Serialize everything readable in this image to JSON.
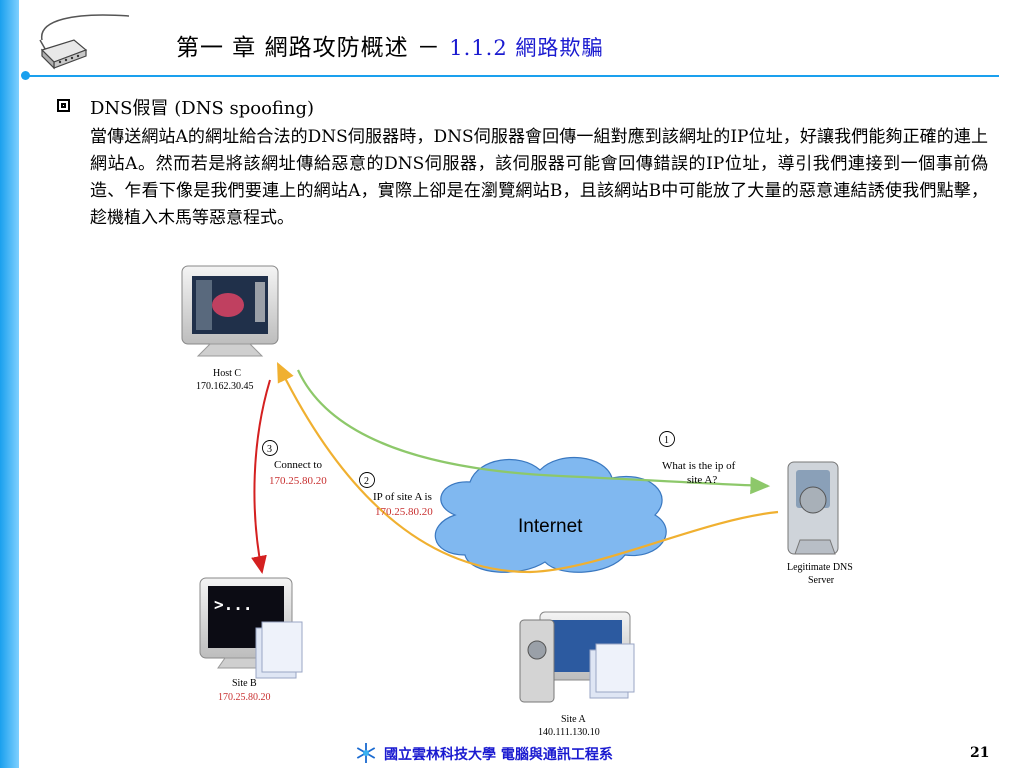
{
  "header": {
    "title_main": "第一 章  網路攻防概述  －",
    "title_sub": "1.1.2 網路欺騙"
  },
  "bullet": {
    "heading": "DNS假冒 (DNS spoofing)",
    "paragraph": "當傳送網站A的網址給合法的DNS伺服器時，DNS伺服器會回傳一組對應到該網址的IP位址，好讓我們能夠正確的連上網站A。然而若是將該網址傳給惡意的DNS伺服器，該伺服器可能會回傳錯誤的IP位址，導引我們連接到一個事前偽造、乍看下像是我們要連上的網站A，實際上卻是在瀏覽網站B，且該網站B中可能放了大量的惡意連結誘使我們點擊，趁機植入木馬等惡意程式。"
  },
  "diagram": {
    "host_c": {
      "name": "Host C",
      "ip": "170.162.30.45"
    },
    "site_b": {
      "name": "Site B",
      "ip": "170.25.80.20"
    },
    "site_a": {
      "name": "Site A",
      "ip": "140.111.130.10"
    },
    "dns": {
      "line1": "Legitimate DNS",
      "line2": "Server"
    },
    "internet": "Internet",
    "step1": {
      "num": "1",
      "line1": "What is the ip of",
      "line2": "site A?"
    },
    "step2": {
      "num": "2",
      "line1": "IP of site A is",
      "line2": "170.25.80.20"
    },
    "step3": {
      "num": "3",
      "line1": "Connect to",
      "line2": "170.25.80.20"
    },
    "colors": {
      "green": "#8dc86a",
      "orange": "#f0b030",
      "red": "#d42020",
      "ip_red": "#c83030",
      "cloud": "#80b8f0"
    }
  },
  "footer": {
    "school": "國立雲林科技大學 電腦與通訊工程系",
    "page": "21"
  }
}
